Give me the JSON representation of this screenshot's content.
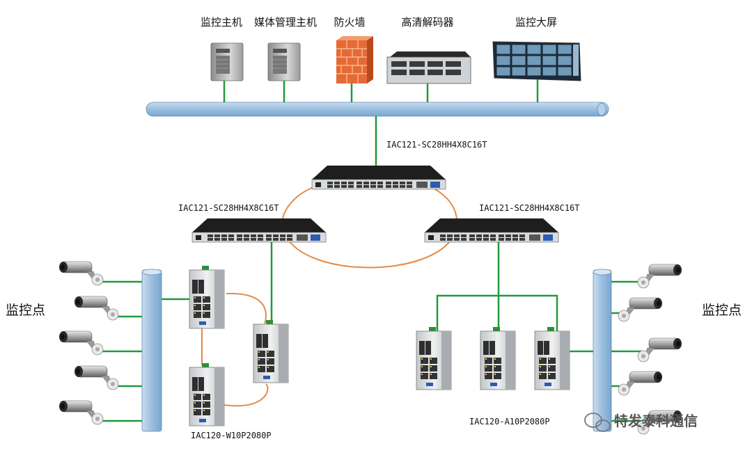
{
  "top_devices": {
    "monitor_host": "监控主机",
    "media_host": "媒体管理主机",
    "firewall": "防火墙",
    "hd_decoder": "高清解码器",
    "video_wall": "监控大屏"
  },
  "switches": {
    "core_model": "IAC121-SC28HH4X8C16T",
    "left_agg_model": "IAC121-SC28HH4X8C16T",
    "right_agg_model": "IAC121-SC28HH4X8C16T"
  },
  "access": {
    "left_model": "IAC120-W10P2080P",
    "right_model": "IAC120-A10P2080P"
  },
  "sides": {
    "left_label": "监控点",
    "right_label": "监控点"
  },
  "watermark": "特发泰科通信",
  "colors": {
    "link_green": "#1f9a3a",
    "ring_orange": "#e38a4a",
    "bus_blue": "#8fb6da"
  }
}
